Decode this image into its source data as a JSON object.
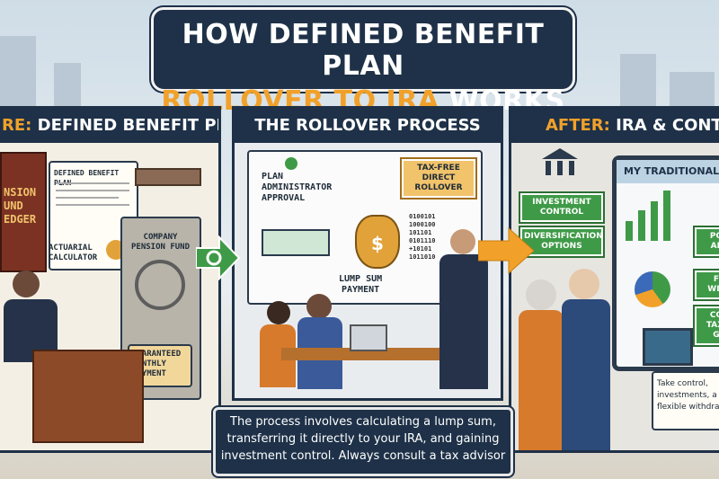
{
  "title": {
    "line1": "HOW DEFINED BENEFIT PLAN",
    "line2a": "ROLLOVER TO IRA",
    "line2b": "WORKS"
  },
  "panels": {
    "before": {
      "prefix": "RE:",
      "title": "DEFINED BENEFIT PLAN"
    },
    "process": {
      "title": "THE ROLLOVER PROCESS"
    },
    "after": {
      "prefix": "AFTER:",
      "title": "IRA & CONTRO"
    }
  },
  "before": {
    "ledger": "NSION\nUND\nEDGER",
    "doc": "DEFINED BENEFIT PLAN",
    "fund": "COMPANY\nPENSION FUND",
    "actuarial": "ACTUARIAL\nCALCULATOR",
    "guaranteed": "GUARANTEED\nMONTHLY\nPAYMENT"
  },
  "process": {
    "approval": "PLAN\nADMINISTRATOR\nAPPROVAL",
    "taxfree": "TAX-FREE\nDIRECT\nROLLOVER",
    "lump": "LUMP SUM\nPAYMENT",
    "binary": "0100101\n1000100\n101101\n0101110\n+10101\n1011010"
  },
  "after": {
    "screen": "MY TRADITIONAL",
    "investment": "INVESTMENT\nCONTROL",
    "diversification": "DIVERSIFICATION\nOPTIONS",
    "tag1": "PO\nAL",
    "tag2": "F\nWIT",
    "tag3": "CO\nTAX-\nG",
    "kiosk": "Take control,\ninvestments, a\nflexible withdra"
  },
  "caption": "The process involves calculating a lump sum, transferring it directly to your IRA, and gaining investment control. Always consult a tax advisor",
  "colors": {
    "navy": "#1e3148",
    "orange": "#f1a12a",
    "green": "#3f9a47"
  }
}
